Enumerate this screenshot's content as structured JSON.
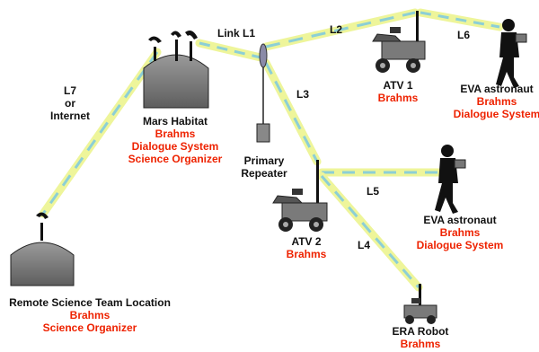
{
  "links": {
    "l1": "Link L1",
    "l2": "L2",
    "l3": "L3",
    "l4": "L4",
    "l5": "L5",
    "l6": "L6",
    "l7": [
      "L7",
      "or",
      "Internet"
    ]
  },
  "nodes": {
    "habitat": {
      "name": "Mars Habitat",
      "roles": [
        "Brahms",
        "Dialogue System",
        "Science Organizer"
      ]
    },
    "repeater": {
      "name": [
        "Primary",
        "Repeater"
      ]
    },
    "atv1": {
      "name": "ATV 1",
      "roles": [
        "Brahms"
      ]
    },
    "eva1": {
      "name": "EVA astronaut",
      "roles": [
        "Brahms",
        "Dialogue System"
      ]
    },
    "atv2": {
      "name": "ATV 2",
      "roles": [
        "Brahms"
      ]
    },
    "eva2": {
      "name": "EVA astronaut",
      "roles": [
        "Brahms",
        "Dialogue System"
      ]
    },
    "era": {
      "name": "ERA Robot",
      "roles": [
        "Brahms"
      ]
    },
    "remote": {
      "name": "Remote Science Team Location",
      "roles": [
        "Brahms",
        "Science Organizer"
      ]
    }
  },
  "colors": {
    "role_text": "#ee2200",
    "label_text": "#111111",
    "link_glow": "#e8f28a",
    "link_core": "#8ccfd6",
    "equipment": "#7a7a7a"
  },
  "icons": [
    "habitat-dome-icon",
    "repeater-antenna-icon",
    "atv-robot-icon",
    "astronaut-icon",
    "era-robot-icon",
    "remote-dome-icon",
    "dish-antenna-icon"
  ]
}
